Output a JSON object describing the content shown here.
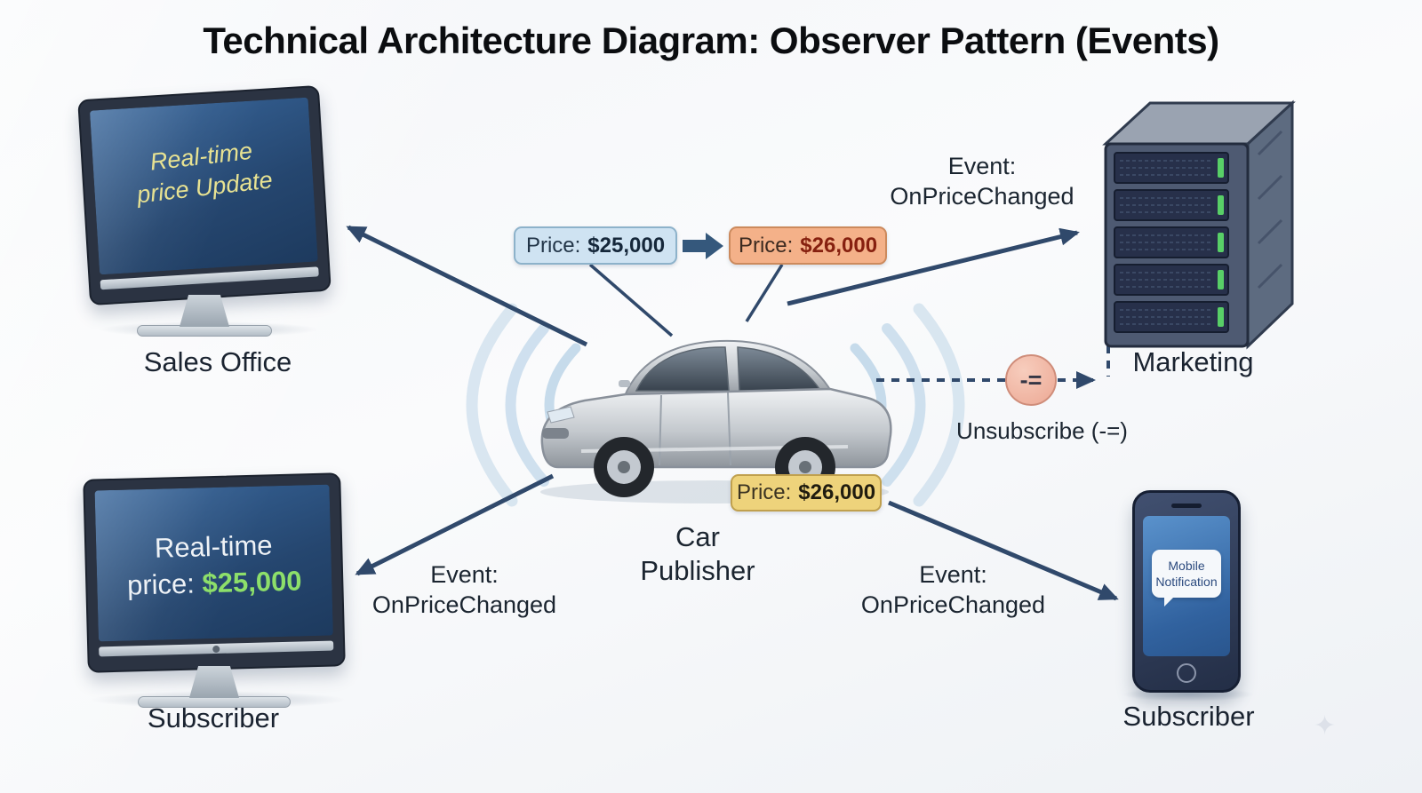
{
  "title": "Technical Architecture Diagram: Observer Pattern (Events)",
  "nodes": {
    "sales_office": {
      "screen_line1": "Real-time",
      "screen_line2": "price Update",
      "label": "Sales Office"
    },
    "subscriber_left": {
      "screen_line1": "Real-time",
      "screen_price_prefix": "price:",
      "screen_price_value": "$25,000",
      "label": "Subscriber"
    },
    "publisher": {
      "line1": "Car",
      "line2": "Publisher"
    },
    "marketing": {
      "label": "Marketing"
    },
    "subscriber_right": {
      "phone_line1": "Mobile",
      "phone_line2": "Notification",
      "label": "Subscriber"
    }
  },
  "badges": {
    "old_price": {
      "prefix": "Price:",
      "value": "$25,000"
    },
    "new_price": {
      "prefix": "Price:",
      "value": "$26,000"
    },
    "notify_price": {
      "prefix": "Price:",
      "value": "$26,000"
    }
  },
  "events": {
    "top_right": {
      "line1": "Event:",
      "line2": "OnPriceChanged"
    },
    "bottom_left": {
      "line1": "Event:",
      "line2": "OnPriceChanged"
    },
    "bottom_right": {
      "line1": "Event:",
      "line2": "OnPriceChanged"
    }
  },
  "unsubscribe": {
    "symbol": "-=",
    "label": "Unsubscribe (-=)"
  },
  "decoration": {
    "sparkle": "✦"
  },
  "colors": {
    "arrow": "#30496b",
    "screen_blue": "#25466f",
    "badge_old_bg": "#cfe3f2",
    "badge_new_bg": "#f4b189",
    "badge_notify_bg": "#eed37b",
    "price_green": "#8ddf6a",
    "led_green": "#58cf67",
    "unsubscribe_bg": "#eca894",
    "wifi_wave": "#c3d9ea"
  }
}
